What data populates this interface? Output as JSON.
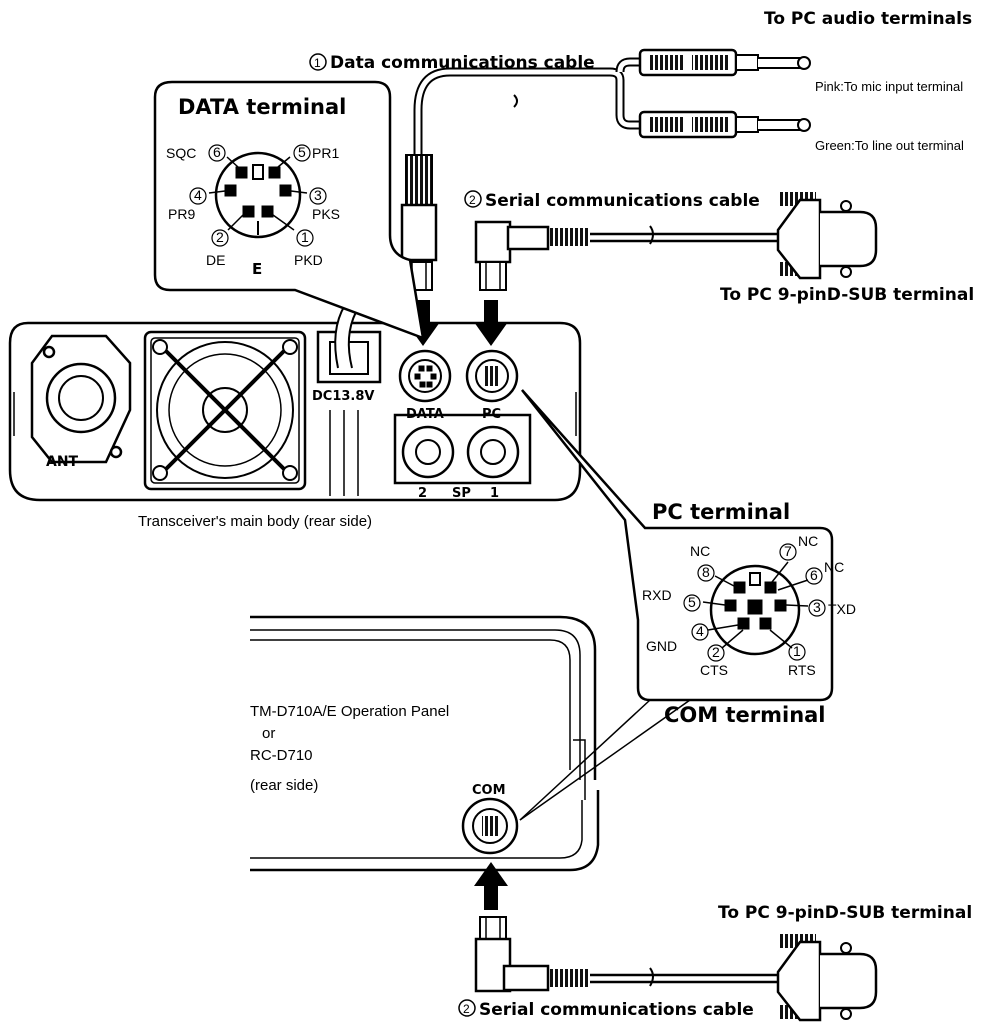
{
  "labels": {
    "to_pc_audio": "To PC  audio terminals",
    "data_cable": "Data communications cable",
    "data_cable_num": "1",
    "pink": "Pink:To mic input terminal",
    "green": "Green:To line out terminal",
    "serial_cable": "Serial communications cable",
    "serial_cable_num": "2",
    "to_pc_dsub_top": "To PC 9-pinD-SUB terminal",
    "to_pc_dsub_bottom": "To PC 9-pinD-SUB terminal",
    "serial_cable_bottom": "Serial communications cable",
    "data_terminal": "DATA terminal",
    "pc_terminal": "PC terminal",
    "com_terminal": "COM terminal",
    "ant": "ANT",
    "dc": "DC13.8V",
    "data_port": "DATA",
    "pc_port": "PC",
    "sp2": "2",
    "sp": "SP",
    "sp1": "1",
    "main_body": "Transceiver's main body (rear side)",
    "panel_line1": "TM-D710A/E Operation Panel",
    "panel_line2": "or",
    "panel_line3": "RC-D710",
    "panel_line4": "(rear side)",
    "com_port": "COM"
  },
  "data_pins": {
    "sqc": "SQC",
    "sqc_n": "6",
    "pr1": "PR1",
    "pr1_n": "5",
    "pr9": "PR9",
    "pr9_n": "4",
    "pks": "PKS",
    "pks_n": "3",
    "de": "DE",
    "de_n": "2",
    "e": "E",
    "pkd": "PKD",
    "pkd_n": "1"
  },
  "pc_pins": {
    "nc8": "NC",
    "n8": "8",
    "nc7": "NC",
    "n7": "7",
    "nc6": "NC",
    "n6": "6",
    "rxd": "RXD",
    "n5": "5",
    "txd": "TXD",
    "n3": "3",
    "gnd": "GND",
    "n4": "4",
    "cts": "CTS",
    "n2": "2",
    "rts": "RTS",
    "n1": "1"
  }
}
